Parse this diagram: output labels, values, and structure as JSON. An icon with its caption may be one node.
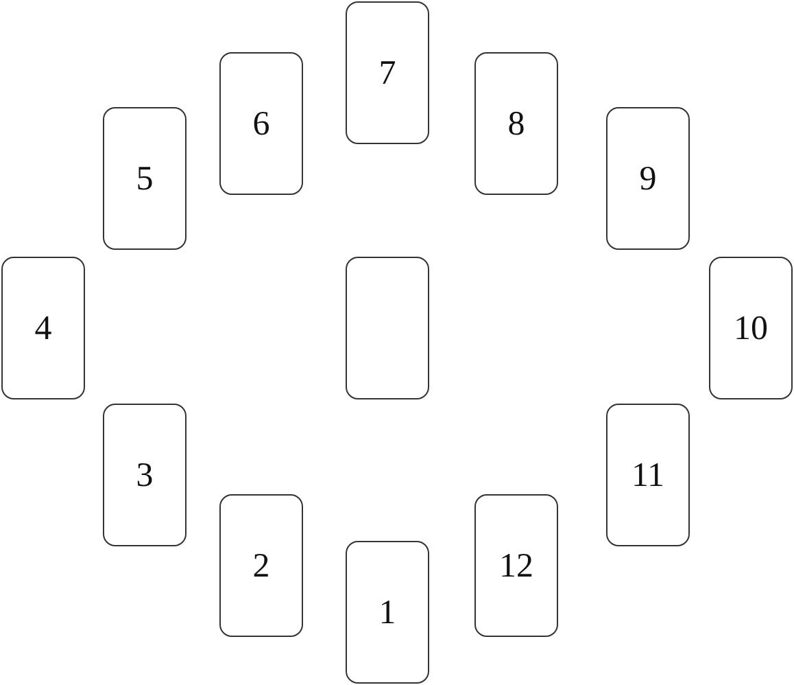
{
  "diagram": {
    "nodes": [
      {
        "text": [
          "7"
        ]
      },
      {
        "text": [
          "6"
        ]
      },
      {
        "text": [
          "8"
        ]
      },
      {
        "text": [
          "5"
        ]
      },
      {
        "text": [
          "9"
        ]
      },
      {
        "text": [
          "4"
        ]
      },
      {
        "text": [],
        "shape": "box"
      },
      {
        "text": [
          "10"
        ]
      },
      {
        "text": [
          "3"
        ]
      },
      {
        "text": [
          "11"
        ]
      },
      {
        "text": [
          "2"
        ]
      },
      {
        "text": [
          "12"
        ]
      },
      {
        "text": [
          "1"
        ]
      }
    ]
  }
}
